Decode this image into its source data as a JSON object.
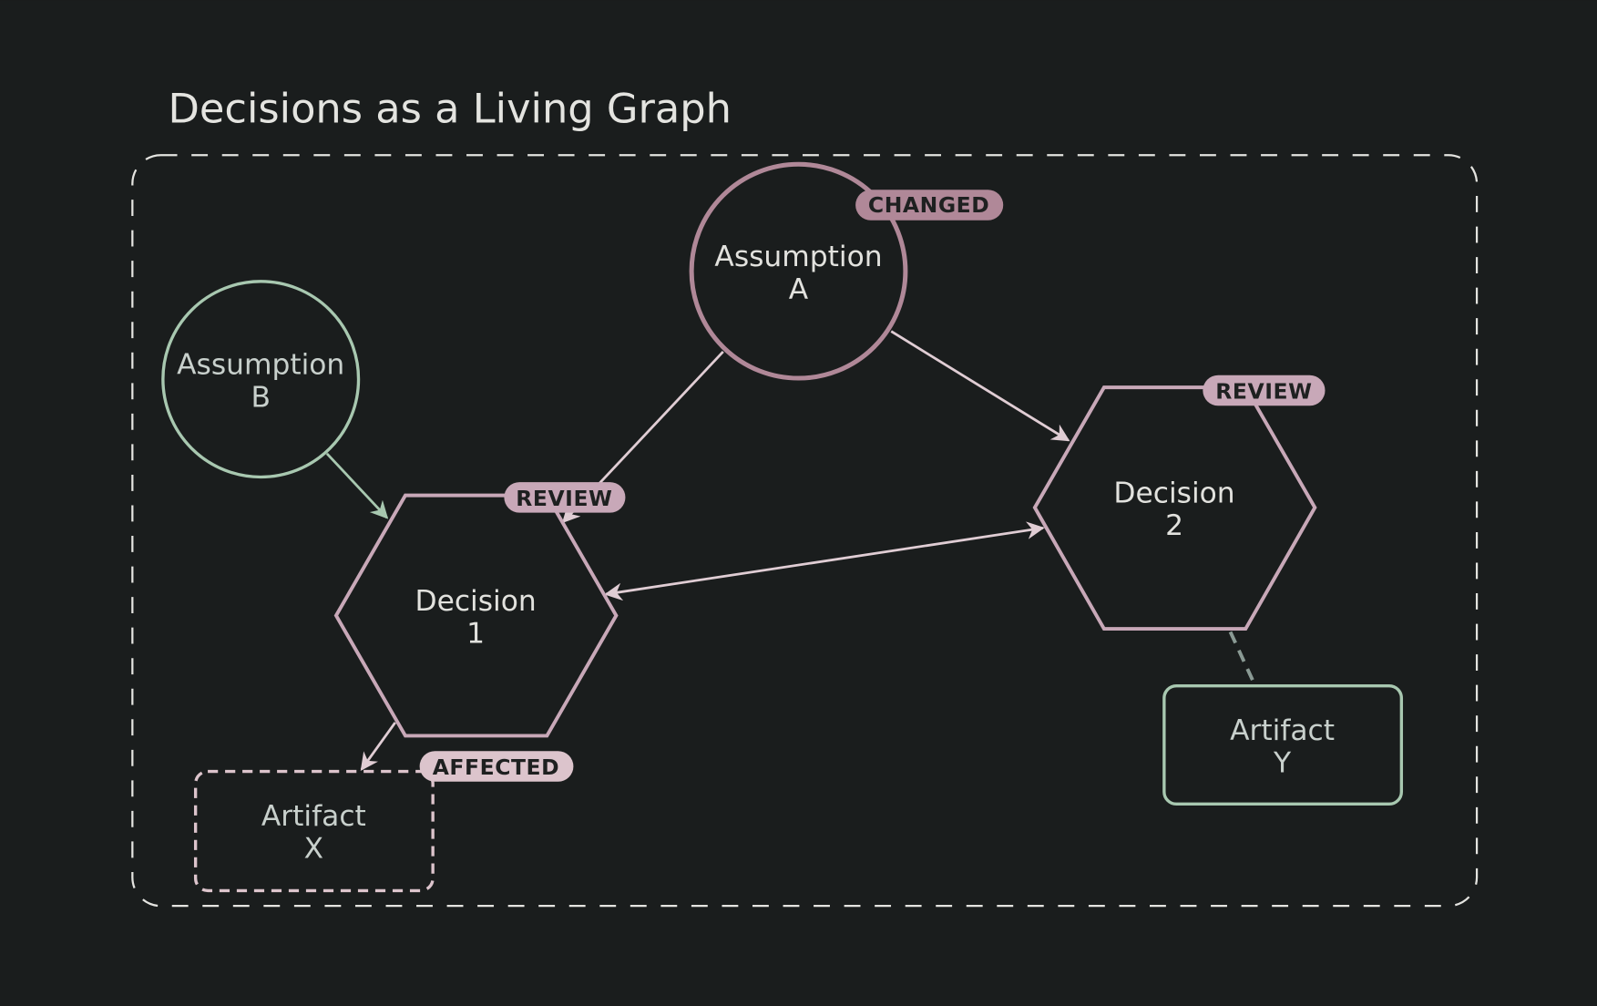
{
  "title": "Decisions as a Living Graph",
  "colors": {
    "background": "#1a1d1d",
    "changed": "#b08898",
    "review": "#c8a8b8",
    "affected": "#dcc4cc",
    "stable": "#a8c8b0"
  },
  "nodes": {
    "assumption_a": {
      "line1": "Assumption",
      "line2": "A",
      "badge": "CHANGED"
    },
    "assumption_b": {
      "line1": "Assumption",
      "line2": "B"
    },
    "decision_1": {
      "line1": "Decision",
      "line2": "1",
      "badge": "REVIEW"
    },
    "decision_2": {
      "line1": "Decision",
      "line2": "2",
      "badge": "REVIEW"
    },
    "artifact_x": {
      "line1": "Artifact",
      "line2": "X",
      "badge": "AFFECTED"
    },
    "artifact_y": {
      "line1": "Artifact",
      "line2": "Y"
    }
  },
  "edges": [
    {
      "from": "Assumption B",
      "to": "Decision 1",
      "style": "arrow"
    },
    {
      "from": "Assumption A",
      "to": "Decision 1",
      "style": "arrow"
    },
    {
      "from": "Assumption A",
      "to": "Decision 2",
      "style": "arrow"
    },
    {
      "from": "Decision 1",
      "to": "Decision 2",
      "style": "double-arrow"
    },
    {
      "from": "Decision 1",
      "to": "Artifact X",
      "style": "arrow"
    },
    {
      "from": "Decision 2",
      "to": "Artifact Y",
      "style": "dashed"
    }
  ]
}
